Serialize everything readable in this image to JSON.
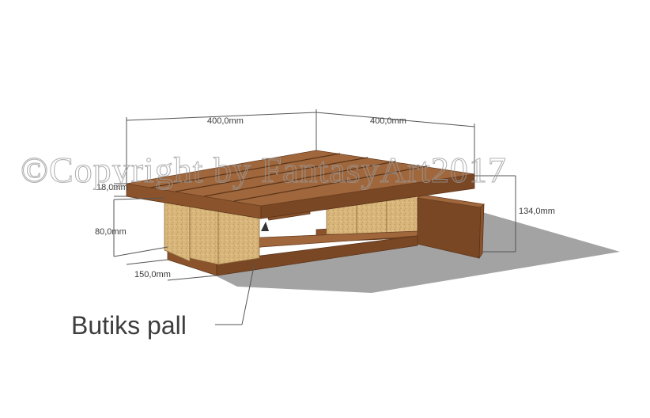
{
  "watermark": "©Copyright by FantasyArt2017",
  "dimensions": {
    "width_left": "400,0mm",
    "width_right": "400,0mm",
    "board_thickness": "18,0mm",
    "block_height": "80,0mm",
    "total_height": "134,0mm",
    "block_width": "150,0mm"
  },
  "label": "Butiks pall",
  "colors": {
    "wood": "#a0673d",
    "wood_dark": "#7a4725",
    "osb": "#d9b77c",
    "shadow": "#a3a3a3"
  }
}
